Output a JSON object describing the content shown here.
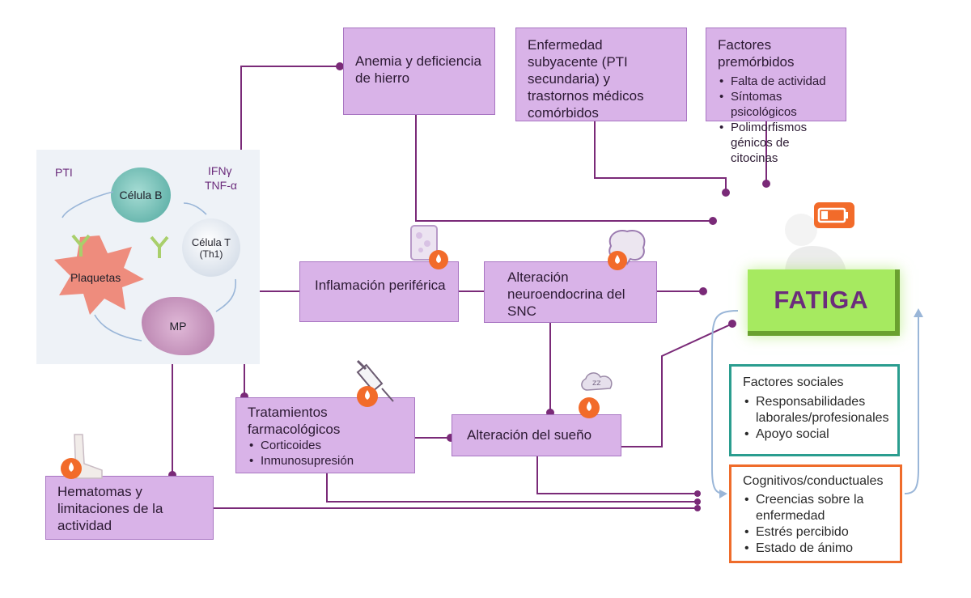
{
  "panel": {
    "pti": "PTI",
    "ifn": "IFNγ",
    "tnf": "TNF-α",
    "cell_b": "Célula B",
    "cell_t": "Célula T",
    "cell_t_sub": "(Th1)",
    "platelets": "Plaquetas",
    "mp": "MP"
  },
  "boxes": {
    "anemia": "Anemia y deficiencia de hierro",
    "enfermedad": "Enfermedad subyacente (PTI secundaria) y trastornos médicos comórbidos",
    "factores_title": "Factores premórbidos",
    "factores_items": [
      "Falta de actividad",
      "Síntomas psicológicos",
      "Polimorfismos génicos de citocinas"
    ],
    "inflamacion": "Inflamación periférica",
    "neuro": "Alteración neuroendocrina del SNC",
    "tratamientos_title": "Tratamientos farmacológicos",
    "tratamientos_items": [
      "Corticoides",
      "Inmunosupresión"
    ],
    "sueno": "Alteración del sueño",
    "hematomas": "Hematomas y limitaciones de la actividad"
  },
  "fatiga": "FATIGA",
  "sociales": {
    "title": "Factores sociales",
    "items": [
      "Responsabilidades laborales/profesionales",
      "Apoyo social"
    ]
  },
  "cognitivos": {
    "title": "Cognitivos/conductuales",
    "items": [
      "Creencias sobre la enfermedad",
      "Estrés percibido",
      "Estado de ánimo"
    ]
  },
  "icons": [
    "vessel-icon",
    "brain-icon",
    "syringe-icon",
    "sleep-cloud-icon",
    "leg-icon",
    "blood-drop-icon",
    "battery-low-icon",
    "person-silhouette-icon"
  ],
  "colors": {
    "box": "#d9b3e8",
    "line": "#7a2a78",
    "fatiga": "#a6ea60",
    "social_border": "#2a9d8f",
    "cognitive_border": "#ef6c2b",
    "drop": "#f26b2a"
  }
}
